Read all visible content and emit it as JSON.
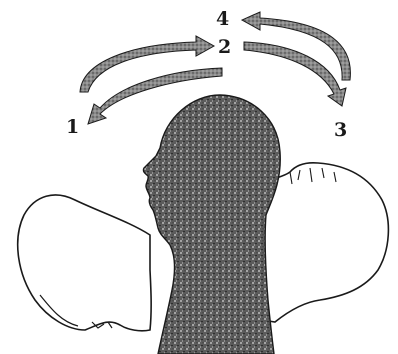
{
  "labels": {
    "one": "1",
    "two": "2",
    "three": "3",
    "four": "4"
  },
  "colors": {
    "ink": "#1a1a1a",
    "arrow_fill": "#7a7a7a",
    "head_fill": "#5c5c5c",
    "background": "#ffffff"
  }
}
